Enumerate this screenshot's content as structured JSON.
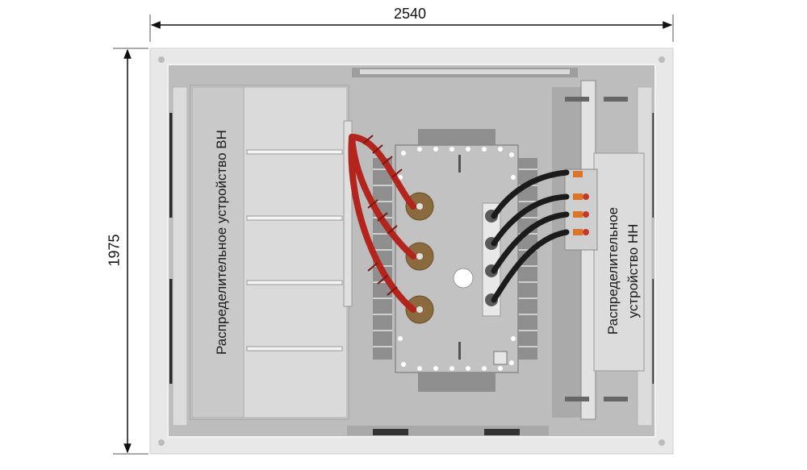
{
  "dimensions": {
    "width_label": "2540",
    "height_label": "1975"
  },
  "labels": {
    "hv_switchgear": "Распределительное устройство ВН",
    "lv_switchgear_line1": "Распределительное",
    "lv_switchgear_line2": "устройство НН"
  },
  "colors": {
    "housing": "#e6e6e6",
    "floor": "#c9c9c9",
    "cable_hv": "#b3241d",
    "cable_lv": "#1b1b1b",
    "transformer": "#bdbdbd",
    "bushing": "#8b6a3e"
  }
}
